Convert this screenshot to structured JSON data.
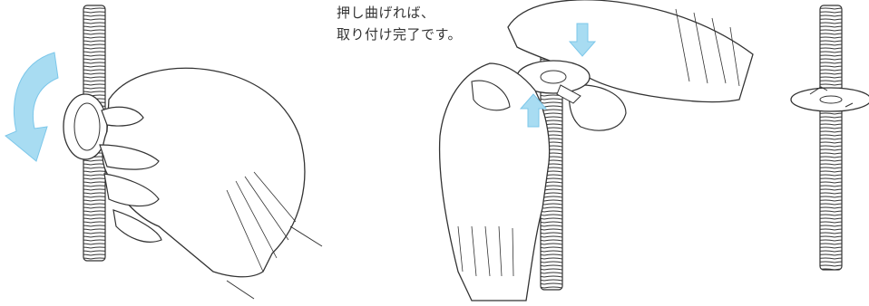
{
  "caption": {
    "line1": "押し曲げれば、",
    "line2": "取り付け完了です。"
  },
  "colors": {
    "outline": "#333333",
    "arrow": "#a8dcf2",
    "arrow_edge": "#7cc7ea",
    "paper": "#ffffff"
  },
  "steps": [
    {
      "name": "rotate-washer",
      "icons": [
        "curved-arrow-icon",
        "gloved-hand-icon",
        "threaded-rod-icon",
        "washer-icon"
      ]
    },
    {
      "name": "bend-tab",
      "icons": [
        "down-arrow-icon",
        "up-arrow-icon",
        "gloved-hand-icon",
        "threaded-rod-icon",
        "washer-icon"
      ]
    },
    {
      "name": "completed",
      "icons": [
        "threaded-rod-icon",
        "washer-icon"
      ]
    }
  ]
}
